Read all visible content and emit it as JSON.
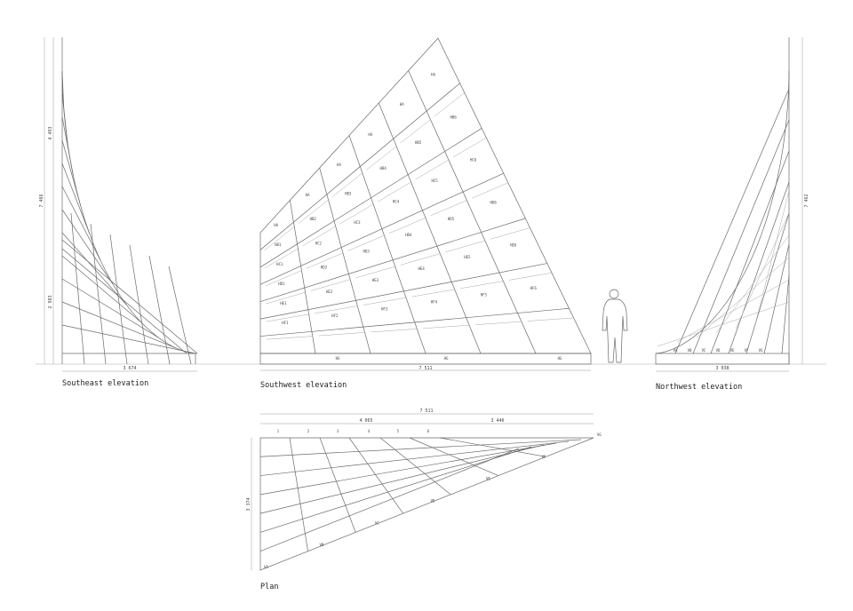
{
  "captions": {
    "southeast": "Southeast elevation",
    "southwest": "Southwest elevation",
    "northwest": "Northwest elevation",
    "plan": "Plan"
  },
  "dimensions": {
    "southeast_total_height": "7 466",
    "southeast_upper_height": "4 493",
    "southeast_lower_height": "2 983",
    "southeast_width": "3 674",
    "southwest_width": "7 511",
    "northwest_height": "7 462",
    "northwest_width": "3 038",
    "plan_total_width": "7 511",
    "plan_left_width": "4 065",
    "plan_right_width": "3 446",
    "plan_depth": "3 374"
  },
  "southwest_panels": [
    [
      "HA",
      "HA",
      "HA",
      "HA",
      "HA",
      "HA"
    ],
    [
      "HB1",
      "HB2",
      "HB3",
      "HB4",
      "HB5",
      "HB6"
    ],
    [
      "HC1",
      "HC2",
      "HC3",
      "HC4",
      "HC5",
      "HC6"
    ],
    [
      "HD1",
      "HD2",
      "HD3",
      "HD4",
      "HD5",
      "HD6"
    ],
    [
      "HE1",
      "HE2",
      "HE3",
      "HE4",
      "HE5",
      "HE6"
    ],
    [
      "HF1",
      "HF2",
      "HF3",
      "HF4",
      "HF5",
      "HF6"
    ]
  ],
  "southwest_base_labels": [
    "HG",
    "HG",
    "HG"
  ],
  "plan_column_labels": [
    "1",
    "2",
    "3",
    "4",
    "5",
    "6"
  ],
  "plan_edge_labels": [
    "VA",
    "VB",
    "VC",
    "VD",
    "VE",
    "VF",
    "VG"
  ],
  "northwest_base_labels": [
    "VA",
    "VB",
    "VC",
    "VD",
    "VE",
    "VF",
    "VG"
  ]
}
